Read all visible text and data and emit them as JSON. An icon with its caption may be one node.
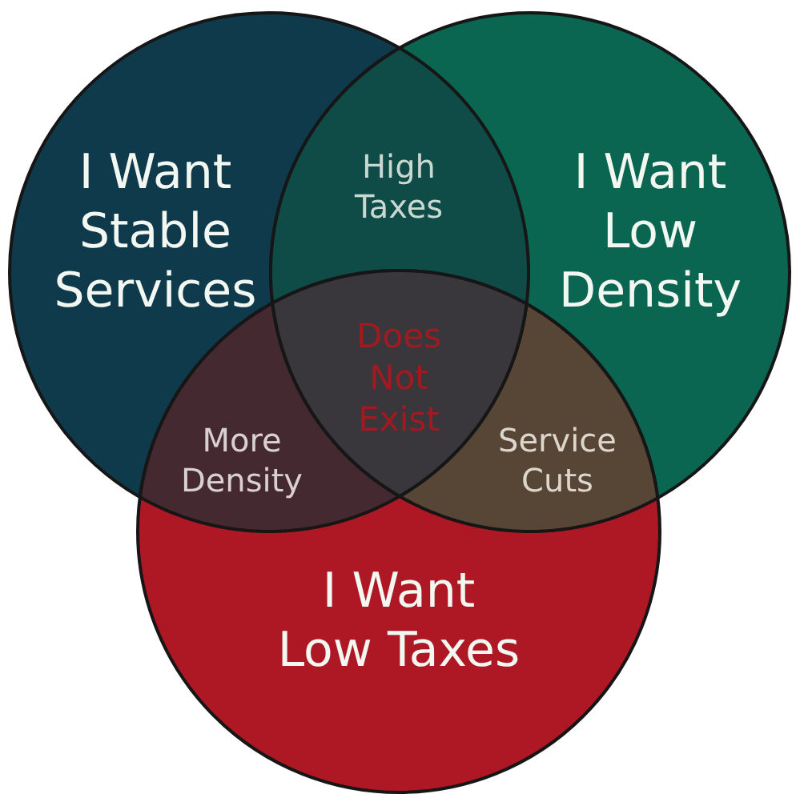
{
  "diagram": {
    "nodes": [
      {
        "text": [
          "I Want Stable Services"
        ]
      },
      {
        "text": [
          "High Taxes"
        ]
      },
      {
        "text": [
          "I Want Low Density"
        ]
      },
      {
        "text": [
          "Does Not Exist"
        ]
      },
      {
        "text": [
          "More Density"
        ]
      },
      {
        "text": [
          "Service Cuts"
        ]
      },
      {
        "text": [
          "I Want Low Taxes"
        ]
      }
    ]
  }
}
